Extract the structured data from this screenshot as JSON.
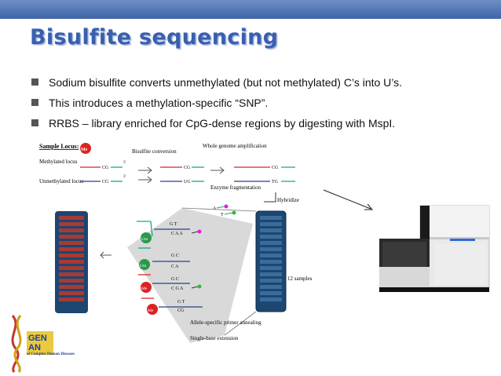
{
  "title": "Bisulfite sequencing",
  "bullets": [
    "Sodium bisulfite converts unmethylated (but not methylated) C’s into U’s.",
    "This introduces a methylation-specific “SNP”.",
    "RRBS – library enriched for CpG-dense regions by digesting with MspI."
  ],
  "figure": {
    "sample_locus": "Sample Locus:",
    "me": "Me",
    "methylated_locus": "Methylated locus",
    "unmethylated_locus": "Unmethylated locus",
    "bisulfite_conversion": "Bisulfite conversion",
    "wga": "Whole genome amplification",
    "enzyme_fragmentation": "Enzyme fragmentation",
    "hybridize": "Hybridize",
    "samples": "12 samples",
    "allele_specific": "Allele-specific primer annealing",
    "single_base": "Single-base extension",
    "cg": "CG",
    "ug": "UG",
    "tg": "TG",
    "um": "Um",
    "gt": "G T",
    "caa": "C A A",
    "gc": "G C",
    "ca": "C A",
    "cga": "C G A",
    "three_prime": "3'",
    "a": "A",
    "t": "T",
    "c": "C",
    "g": "G"
  },
  "logo": {
    "line1": "GEN",
    "line2": "AN",
    "line3": "of Complex Human Diseases"
  }
}
